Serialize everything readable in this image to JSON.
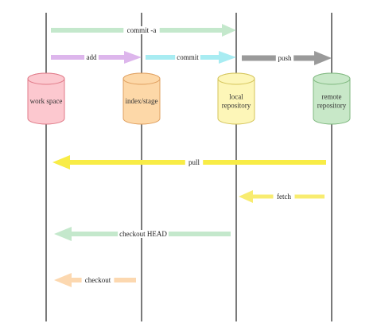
{
  "lanes": [
    {
      "id": "ws",
      "label_lines": [
        "work space"
      ],
      "fill": "#fcc8cf",
      "stroke": "#e07a88"
    },
    {
      "id": "index",
      "label_lines": [
        "index/stage"
      ],
      "fill": "#fdd8a8",
      "stroke": "#e0a060"
    },
    {
      "id": "local",
      "label_lines": [
        "local",
        "repository"
      ],
      "fill": "#fdf6b8",
      "stroke": "#d4c45a"
    },
    {
      "id": "remote",
      "label_lines": [
        "remote",
        "repository"
      ],
      "fill": "#c8e8c8",
      "stroke": "#7fb87f"
    }
  ],
  "arrows": [
    {
      "name": "commit-a-arrow",
      "label": "commit -a",
      "from": "ws",
      "to": "local",
      "color": "#c4e8cc"
    },
    {
      "name": "add-arrow",
      "label": "add",
      "from": "ws",
      "to": "index",
      "color": "#ddb6ec"
    },
    {
      "name": "commit-arrow",
      "label": "commit",
      "from": "index",
      "to": "local",
      "color": "#a8ecf2"
    },
    {
      "name": "push-arrow",
      "label": "push",
      "from": "local",
      "to": "remote",
      "color": "#9a9a9a"
    },
    {
      "name": "pull-arrow",
      "label": "pull",
      "from": "remote",
      "to": "ws",
      "color": "#f8ec46"
    },
    {
      "name": "fetch-arrow",
      "label": "fetch",
      "from": "remote",
      "to": "local",
      "color": "#f8ec70"
    },
    {
      "name": "checkout-head-arrow",
      "label": "checkout HEAD",
      "from": "local",
      "to": "ws",
      "color": "#c4e8cc"
    },
    {
      "name": "checkout-arrow",
      "label": "checkout",
      "from": "index",
      "to": "ws",
      "color": "#fcd8b0"
    }
  ]
}
